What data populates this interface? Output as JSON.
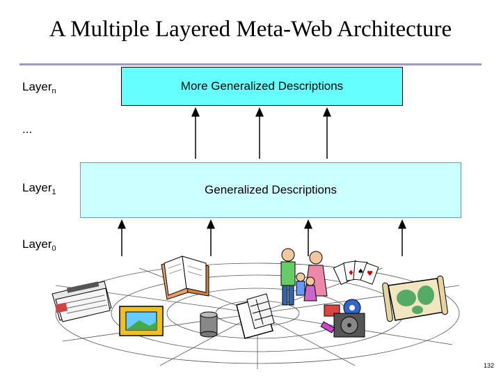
{
  "title": "A Multiple Layered Meta-Web Architecture",
  "layers": {
    "top": {
      "label": "Layer",
      "sub": "n",
      "box_text": "More Generalized Descriptions"
    },
    "ellipsis": "...",
    "middle": {
      "label": "Layer",
      "sub": "1",
      "box_text": "Generalized Descriptions"
    },
    "bottom": {
      "label": "Layer",
      "sub": "0"
    }
  },
  "page_number": "132",
  "colors": {
    "top_box": "#66ffff",
    "middle_box": "#ccffff",
    "title_rule": "#9999cc"
  },
  "clipart": [
    "newspaper-icon",
    "open-book-icon",
    "family-icon",
    "playing-cards-icon",
    "world-map-icon",
    "framed-picture-icon",
    "database-cylinder-icon",
    "calendar-icon",
    "film-reel-icon"
  ]
}
